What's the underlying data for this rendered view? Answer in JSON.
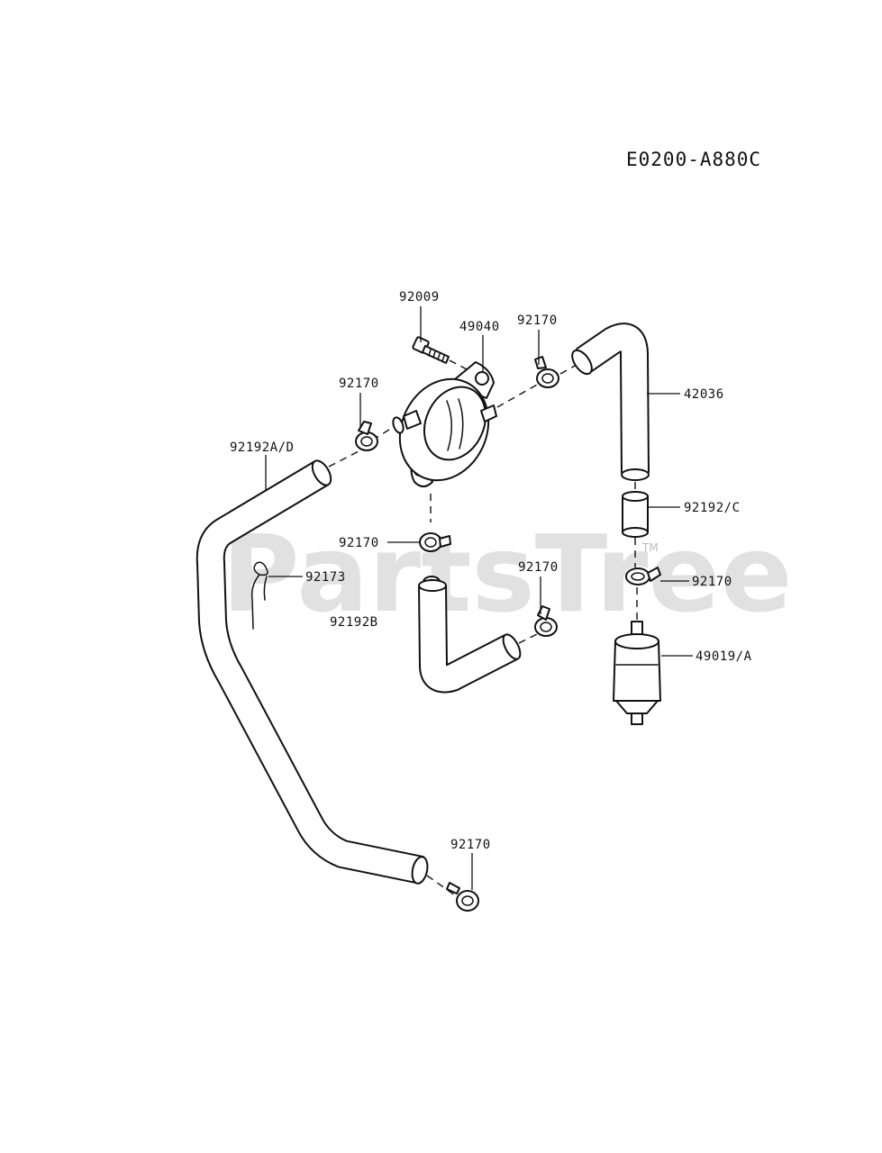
{
  "diagram": {
    "code": "E0200-A880C",
    "watermark": "PartsTree",
    "watermark_tm": "TM",
    "labels": {
      "bolt": "92009",
      "pump": "49040",
      "clamp_top_right": "92170",
      "hose_right": "42036",
      "clamp_left": "92170",
      "hose_left": "92192A/D",
      "hose_join": "92192/C",
      "clamp_pump_bottom": "92170",
      "clamp_right": "92170",
      "clip": "92173",
      "clamp_mid": "92170",
      "hose_mid": "92192B",
      "filter": "49019/A",
      "clamp_bottom": "92170"
    }
  }
}
